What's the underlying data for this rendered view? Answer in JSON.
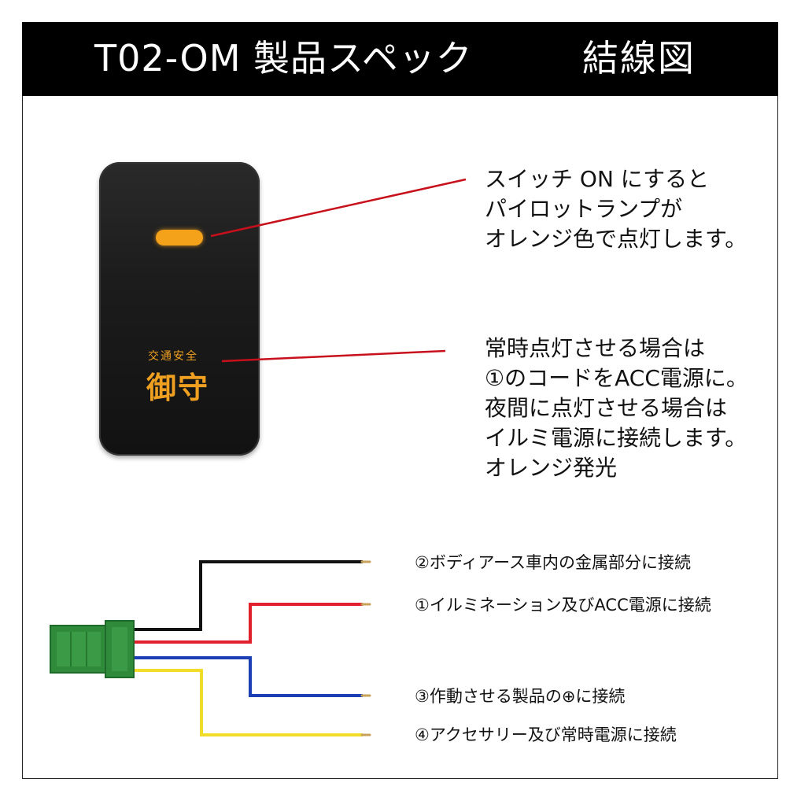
{
  "header": {
    "title": "T02-OM 製品スペック",
    "subtitle": "結線図"
  },
  "switch": {
    "emblem_small": "交通安全",
    "emblem_large": "御守"
  },
  "descriptions": {
    "pilot_lamp": [
      "スイッチ ON にすると",
      "パイロットランプが",
      "オレンジ色で点灯します。"
    ],
    "lighting_mode": [
      "常時点灯させる場合は",
      "①のコードをACC電源に。",
      "夜間に点灯させる場合は",
      "イルミ電源に接続します。",
      "オレンジ発光"
    ]
  },
  "wires": [
    {
      "label": "②ボディアース車内の金属部分に接続",
      "color": "#111111"
    },
    {
      "label": "①イルミネーション及びACC電源に接続",
      "color": "#e0202a"
    },
    {
      "label": "③作動させる製品の⊕に接続",
      "color": "#1c3fb5"
    },
    {
      "label": "④アクセサリー及び常時電源に接続",
      "color": "#f2dc2a"
    }
  ],
  "colors": {
    "header_bg": "#000000",
    "lamp": "#f5a21b",
    "connector": "#2f8a3a",
    "leader_line": "#c8101c"
  }
}
